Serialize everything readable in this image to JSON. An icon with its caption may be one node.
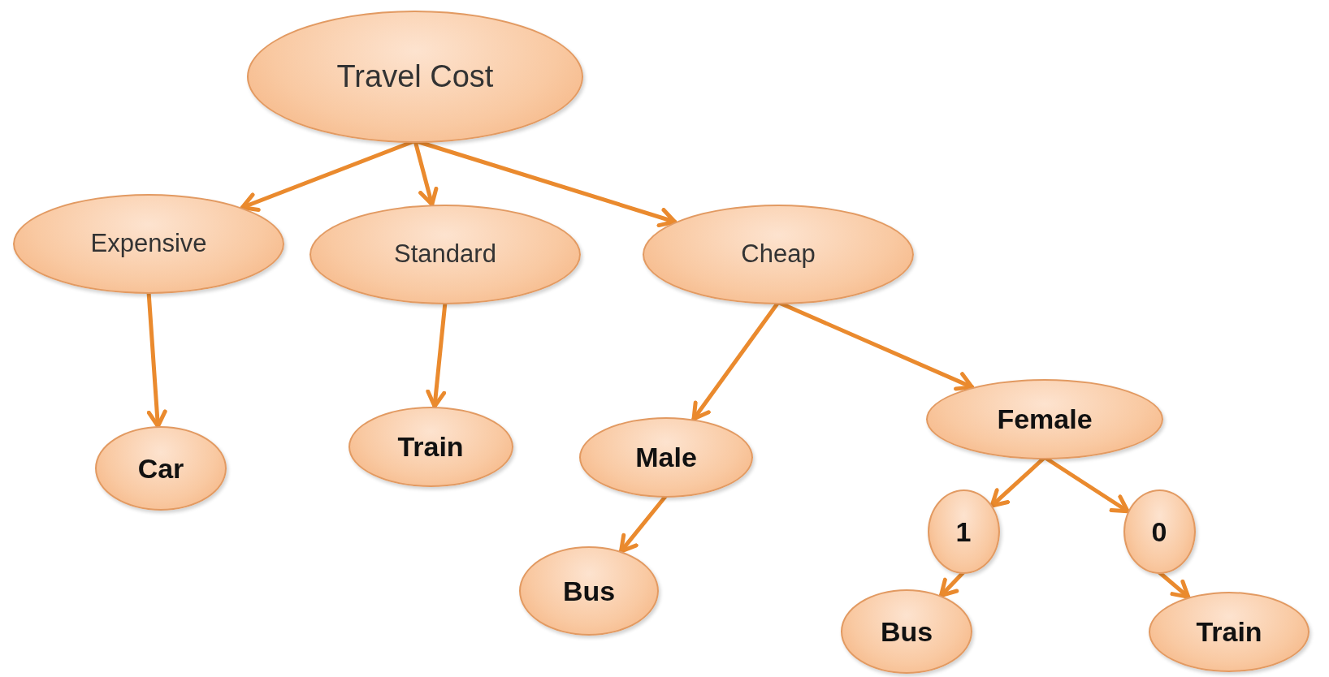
{
  "diagram": {
    "nodes": [
      {
        "text": [
          "Travel Cost"
        ]
      },
      {
        "text": [
          "Expensive"
        ]
      },
      {
        "text": [
          "Standard"
        ]
      },
      {
        "text": [
          "Cheap"
        ]
      },
      {
        "text": [
          "Car"
        ]
      },
      {
        "text": [
          "Train"
        ]
      },
      {
        "text": [
          "Male"
        ]
      },
      {
        "text": [
          "Female"
        ]
      },
      {
        "text": [
          "Bus"
        ]
      },
      {
        "text": [
          "1"
        ]
      },
      {
        "text": [
          "0"
        ]
      },
      {
        "text": [
          "Bus"
        ]
      },
      {
        "text": [
          "Train"
        ]
      }
    ],
    "edges": [
      {
        "from": 0,
        "to": 1,
        "arrow": "to"
      },
      {
        "from": 0,
        "to": 2,
        "arrow": "to"
      },
      {
        "from": 0,
        "to": 3,
        "arrow": "to"
      },
      {
        "from": 1,
        "to": 4,
        "arrow": "to"
      },
      {
        "from": 2,
        "to": 5,
        "arrow": "to"
      },
      {
        "from": 3,
        "to": 6,
        "arrow": "to"
      },
      {
        "from": 3,
        "to": 7,
        "arrow": "to"
      },
      {
        "from": 6,
        "to": 8,
        "arrow": "to"
      },
      {
        "from": 7,
        "to": 9,
        "arrow": "to"
      },
      {
        "from": 7,
        "to": 10,
        "arrow": "to"
      },
      {
        "from": 9,
        "to": 11,
        "arrow": "to"
      },
      {
        "from": 10,
        "to": 12,
        "arrow": "to"
      }
    ]
  }
}
